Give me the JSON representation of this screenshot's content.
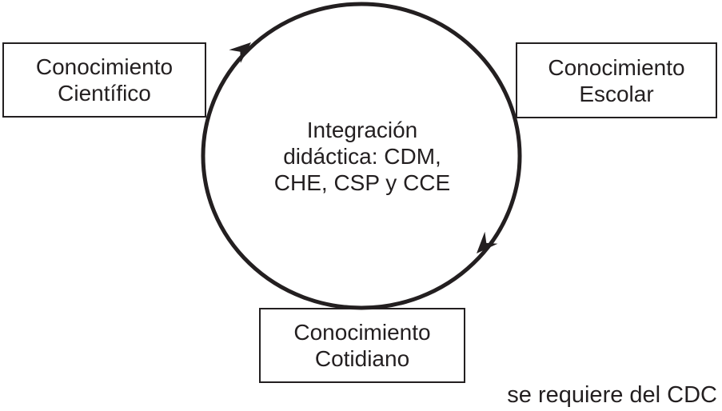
{
  "diagram": {
    "center_label": {
      "line1": "Integración",
      "line2": "didáctica: CDM,",
      "line3": "CHE, CSP y CCE"
    },
    "boxes": {
      "cientifico": {
        "line1": "Conocimiento",
        "line2": "Científico"
      },
      "escolar": {
        "line1": "Conocimiento",
        "line2": "Escolar"
      },
      "cotidiano": {
        "line1": "Conocimiento",
        "line2": "Cotidiano"
      }
    },
    "caption": "se requiere del CDC",
    "colors": {
      "ink": "#231f20",
      "background": "#ffffff"
    },
    "cycle_direction": "clockwise"
  }
}
